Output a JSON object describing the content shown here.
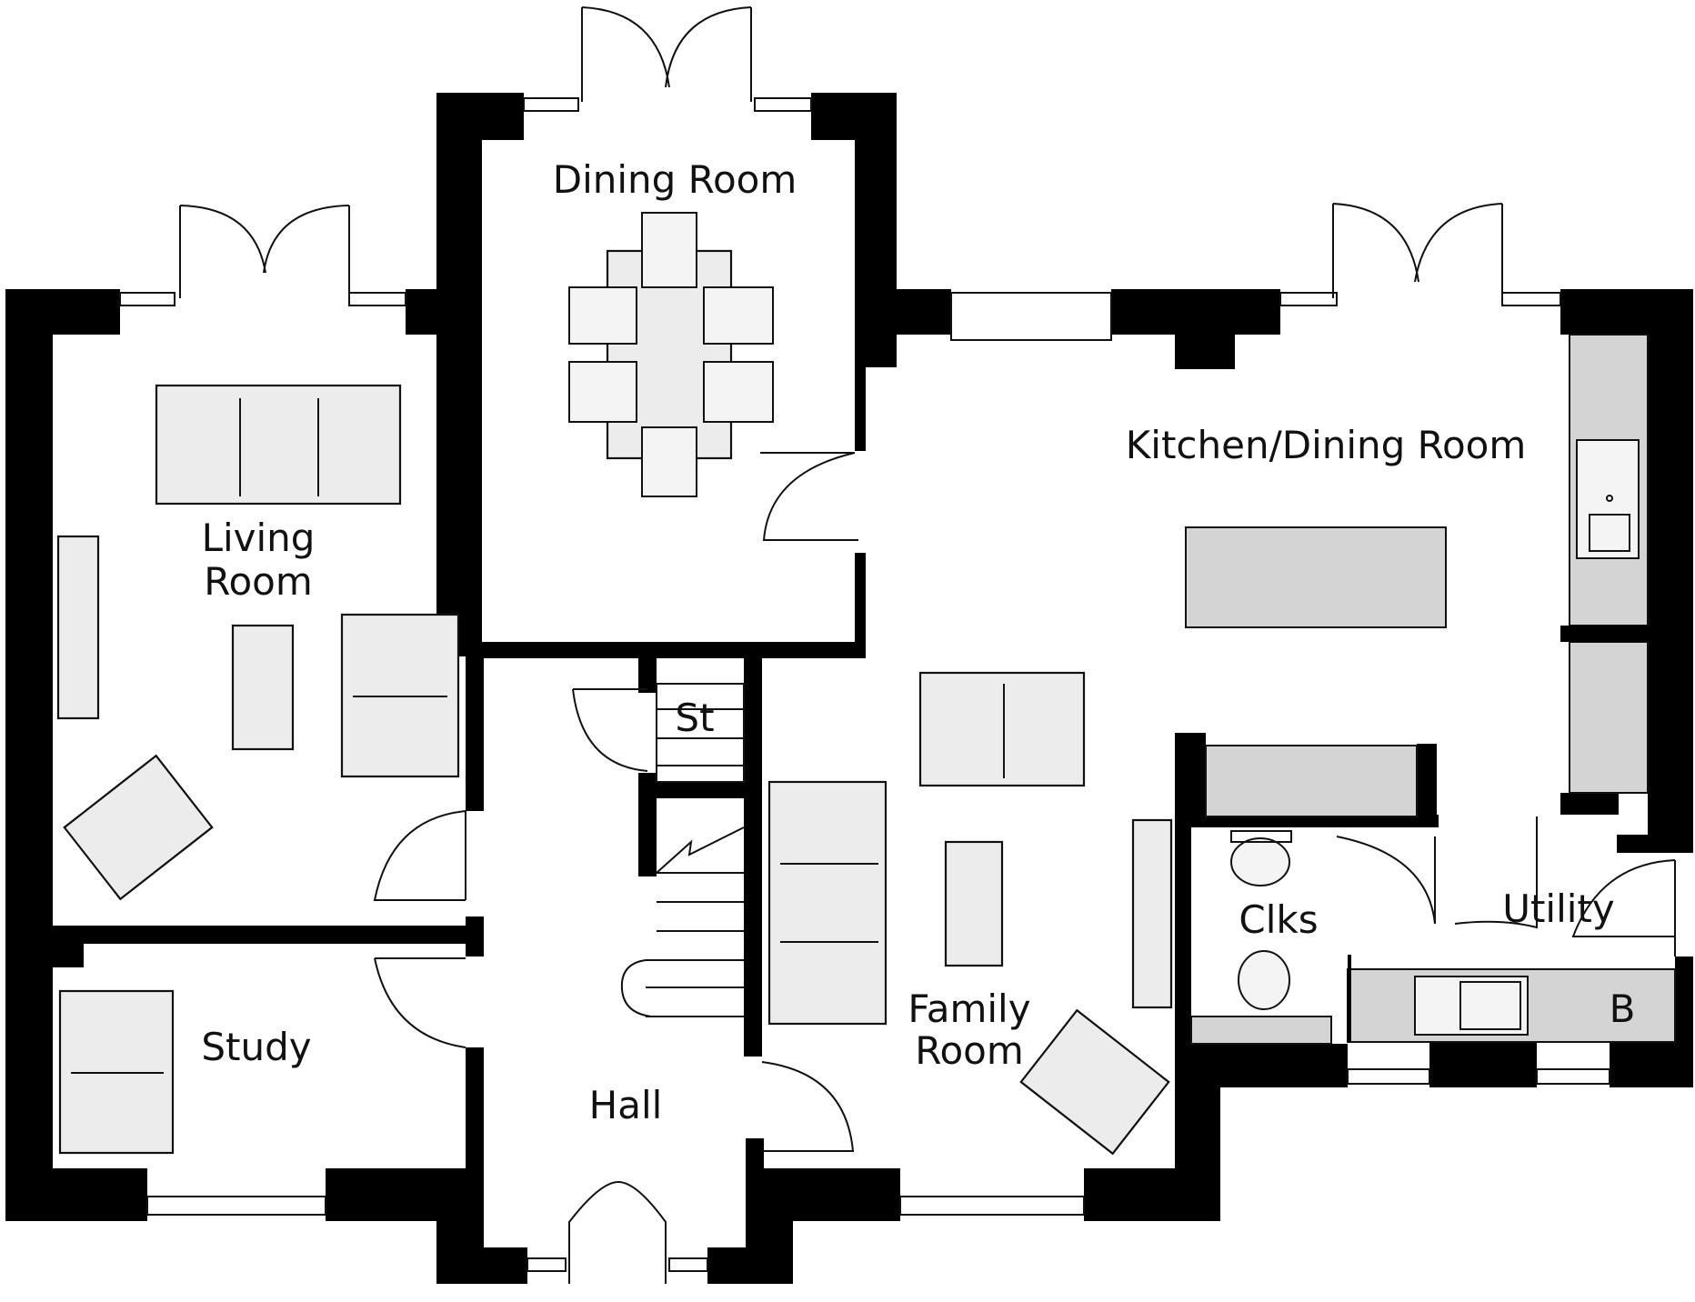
{
  "rooms": {
    "dining_room": "Dining Room",
    "kitchen_dining_room": "Kitchen/Dining Room",
    "living_room_line1": "Living",
    "living_room_line2": "Room",
    "store": "St",
    "clks": "Clks",
    "utility": "Utility",
    "boiler": "B",
    "study": "Study",
    "family_room_line1": "Family",
    "family_room_line2": "Room",
    "hall": "Hall"
  },
  "colors": {
    "walls": "#000000",
    "furniture_fill": "#ececec",
    "worktop_fill": "#d4d4d4",
    "background": "#ffffff"
  }
}
